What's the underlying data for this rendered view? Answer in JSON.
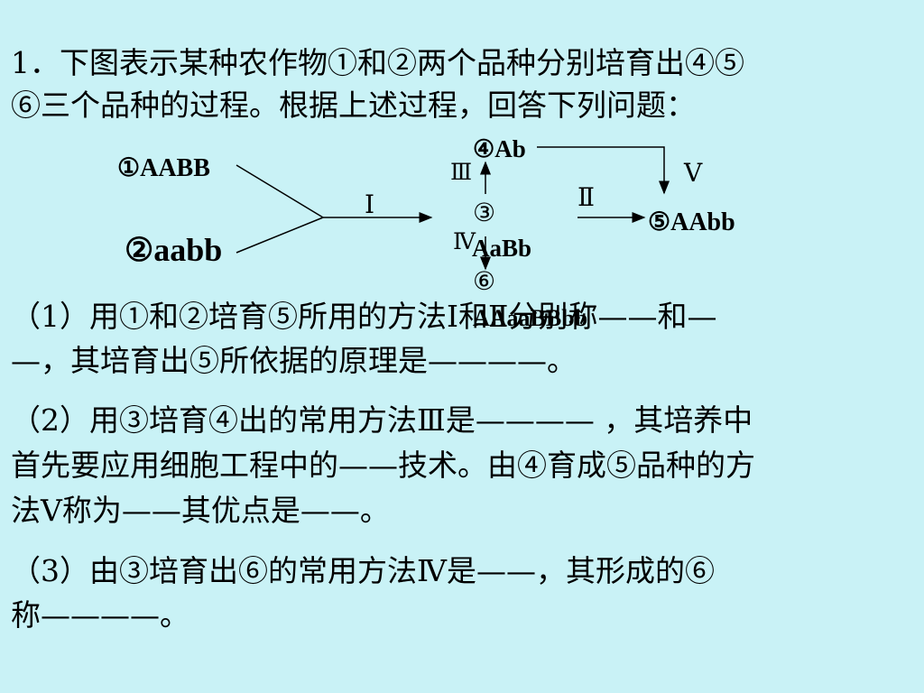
{
  "question": {
    "line1": "1．下图表示某种农作物①和②两个品种分别培育出④⑤",
    "line2": "⑥三个品种的过程。根据上述过程，回答下列问题："
  },
  "diagram": {
    "parent1": "①AABB",
    "parent2": "②aabb",
    "step_I": "Ⅰ",
    "node3_mark": "③",
    "node3_genotype": "AaBb",
    "step_III": "Ⅲ",
    "node4": "④Ab",
    "step_II": "Ⅱ",
    "step_V": "Ⅴ",
    "node5": "⑤AAbb",
    "step_IV": "Ⅳ",
    "node6_mark": "⑥",
    "node6_genotype": "AAaaBBbb"
  },
  "parts": {
    "p1_line1": "（1）用①和②培育⑤所用的方法Ⅰ和Ⅱ分别称——和—",
    "p1_line2": "—，其培育出⑤所依据的原理是————。",
    "p2_line1": "（2）用③培育④出的常用方法Ⅲ是———— ，其培养中",
    "p2_line2": "首先要应用细胞工程中的——技术。由④育成⑤品种的方",
    "p2_line3": "法Ⅴ称为——其优点是——。",
    "p3_line1": "（3）由③培育出⑥的常用方法Ⅳ是——，其形成的⑥",
    "p3_line2": "称————。"
  }
}
